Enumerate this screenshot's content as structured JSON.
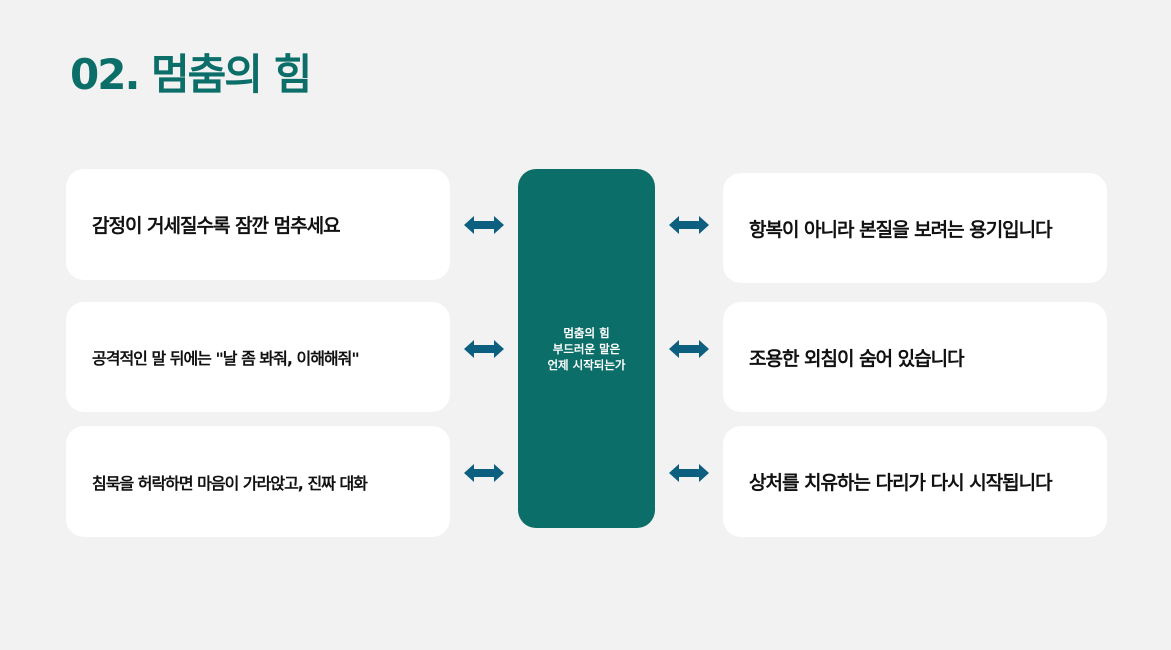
{
  "title": "02. 멈춤의 힘",
  "colors": {
    "accent": "#0b6e69",
    "arrow": "#0d5f80",
    "background": "#f2f2f2",
    "card": "#ffffff"
  },
  "left_cards": [
    {
      "text": "감정이 거세질수록 잠깐 멈추세요"
    },
    {
      "text": "공격적인 말 뒤에는 \"날 좀 봐줘, 이해해줘\""
    },
    {
      "text": "침묵을 허락하면 마음이 가라앉고, 진짜 대화"
    }
  ],
  "center": {
    "lines": [
      "멈춤의 힘",
      "부드러운 말은",
      "언제 시작되는가"
    ]
  },
  "right_cards": [
    {
      "text": "항복이 아니라 본질을 보려는 용기입니다"
    },
    {
      "text": "조용한 외침이 숨어 있습니다"
    },
    {
      "text": "상처를 치유하는 다리가 다시 시작됩니다"
    }
  ],
  "arrow_icon": "double-arrow-icon"
}
